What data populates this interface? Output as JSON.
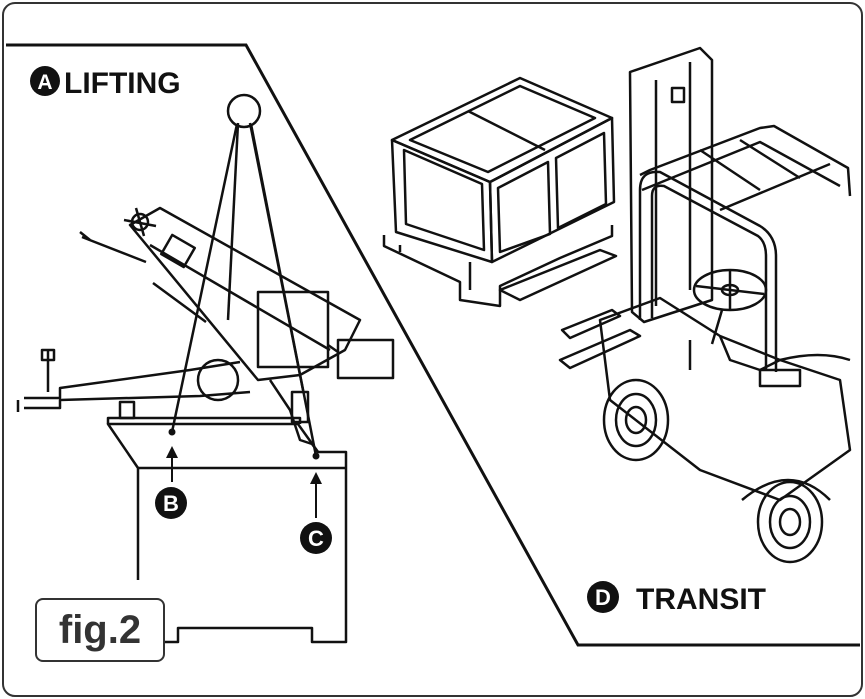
{
  "panels": {
    "lifting": {
      "badge": "A",
      "title": "LIFTING"
    },
    "transit": {
      "badge": "D",
      "title": "TRANSIT"
    }
  },
  "lift_points": [
    {
      "badge": "B"
    },
    {
      "badge": "C"
    }
  ],
  "figure_label": "fig.2",
  "colors": {
    "ink": "#111111",
    "frame": "#333333",
    "background": "#ffffff"
  }
}
